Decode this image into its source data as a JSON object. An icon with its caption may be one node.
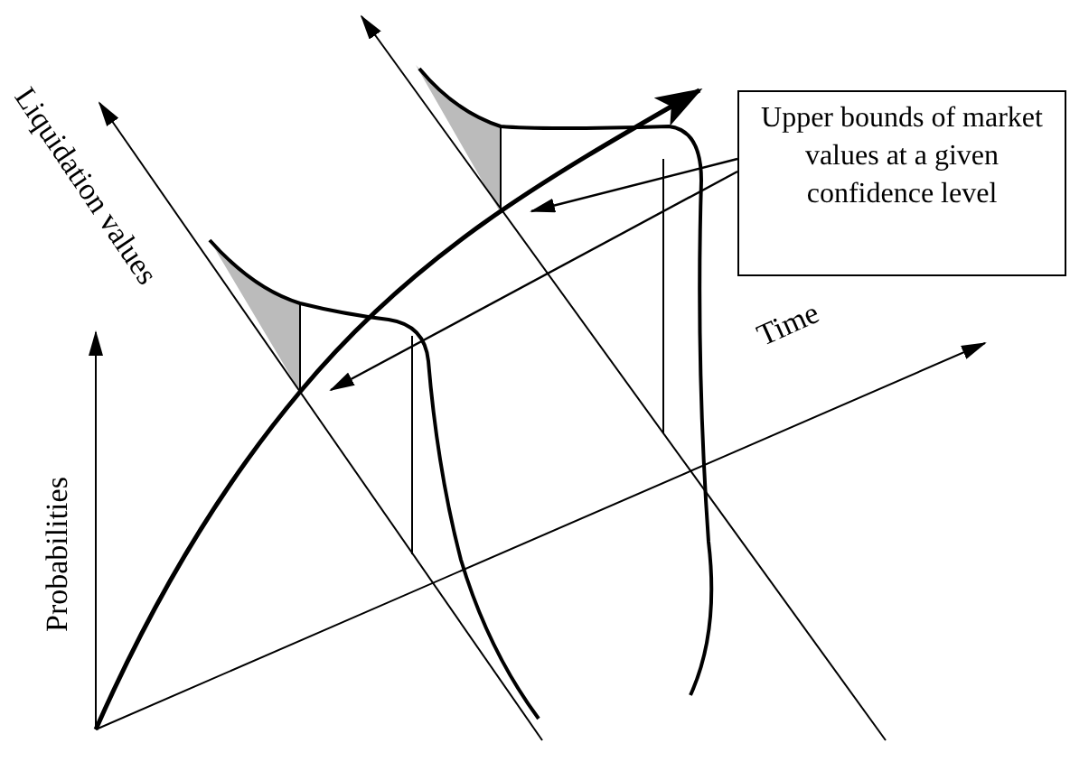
{
  "diagram": {
    "nodes": [
      {
        "text": [
          "Upper bounds of market values at a given confidence level"
        ]
      },
      {
        "text": [],
        "shape": "region"
      },
      {
        "text": [],
        "shape": "region"
      }
    ],
    "edges": [
      {
        "from": 0,
        "to": 2,
        "arrow": "to"
      },
      {
        "from": 0,
        "to": 1,
        "arrow": "to"
      }
    ],
    "labels": [
      "Liquidation values",
      "Probabilities",
      "Time"
    ]
  }
}
